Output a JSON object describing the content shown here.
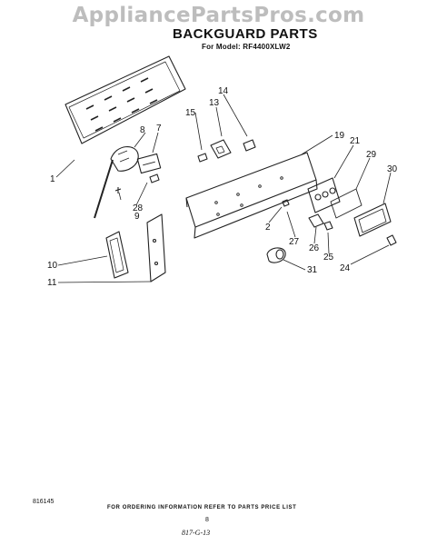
{
  "watermark": "AppliancePartsPros.com",
  "header": {
    "title": "BACKGUARD PARTS",
    "subtitle": "For Model: RF4400XLW2"
  },
  "callouts": [
    "1",
    "7",
    "8",
    "9",
    "28",
    "10",
    "11",
    "13",
    "14",
    "15",
    "19",
    "2",
    "21",
    "29",
    "30",
    "27",
    "26",
    "25",
    "24",
    "31"
  ],
  "footer": {
    "figure_number": "816145",
    "order_note": "FOR ORDERING INFORMATION REFER TO PARTS PRICE LIST",
    "page_number": "8",
    "handwritten": "817-G-13"
  }
}
